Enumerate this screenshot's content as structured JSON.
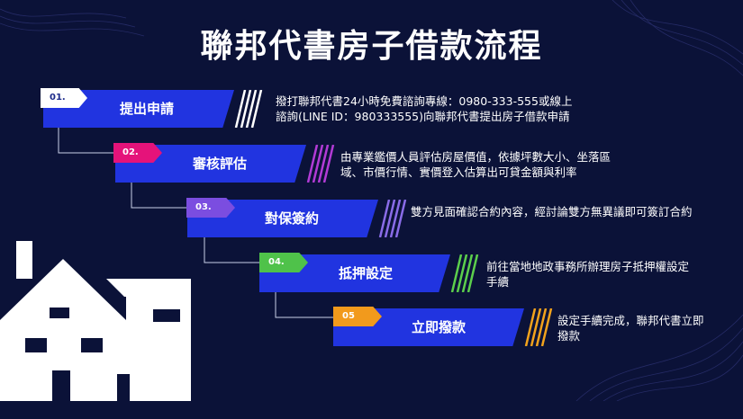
{
  "title": "聯邦代書房子借款流程",
  "steps": [
    {
      "num": "01.",
      "label": "提出申請",
      "tab_color": "#ffffff",
      "num_color": "#1d2b8a",
      "stripe_color": "#ffffff",
      "desc": [
        "撥打聯邦代書24小時免費諮詢專線：0980-333-555或線上",
        "諮詢(LINE ID：980333555)向聯邦代書提出房子借款申請"
      ]
    },
    {
      "num": "02.",
      "label": "審核評估",
      "tab_color": "#e5137a",
      "num_color": "#ffffff",
      "stripe_color": "#b23bd6",
      "desc": [
        "由專業鑑價人員評估房屋價值，依據坪數大小、坐落區",
        "域、市價行情、實價登入估算出可貸金額與利率"
      ]
    },
    {
      "num": "03.",
      "label": "對保簽約",
      "tab_color": "#7b4de0",
      "num_color": "#ffffff",
      "stripe_color": "#8a6ce8",
      "desc": [
        "雙方見面確認合約內容，經討論雙方無異議即可簽訂合約"
      ]
    },
    {
      "num": "04.",
      "label": "抵押設定",
      "tab_color": "#4fc24a",
      "num_color": "#ffffff",
      "stripe_color": "#5ccf4c",
      "desc": [
        "前往當地地政事務所辦理房子抵押權設定",
        "手續"
      ]
    },
    {
      "num": "05",
      "label": "立即撥款",
      "tab_color": "#f29a1c",
      "num_color": "#ffffff",
      "stripe_color": "#f2a21c",
      "desc": [
        "設定手續完成，聯邦代書立即",
        "撥款"
      ]
    }
  ],
  "colors": {
    "background": "#0b1238",
    "bar": "#2134e0",
    "connector": "#c9d0e8",
    "house": "#ffffff"
  }
}
